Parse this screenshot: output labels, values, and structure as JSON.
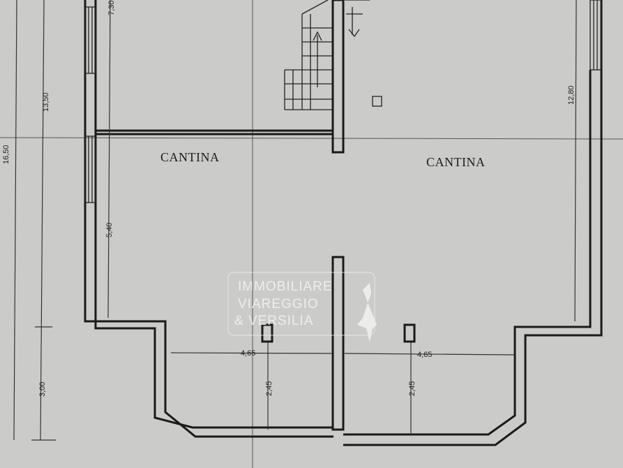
{
  "rooms": [
    {
      "label": "CANTINA"
    },
    {
      "label": "CANTINA"
    }
  ],
  "dimensions": {
    "total_height": "16,50",
    "upper_height": "13,50",
    "lower_height": "3,00",
    "stair_room_height": "7,30",
    "left_cantina_height": "5,40",
    "right_height": "12,80",
    "left_bay_width": "4,65",
    "right_bay_width": "4,65",
    "left_bay_depth": "2,45",
    "right_bay_depth": "2,45"
  },
  "watermark": {
    "line1": "IMMOBILIARE",
    "line2": "VIAREGGIO",
    "line3": "& VERSILIA"
  },
  "colors": {
    "paper": "#c9c9c7",
    "ink": "#1a1a1a"
  }
}
